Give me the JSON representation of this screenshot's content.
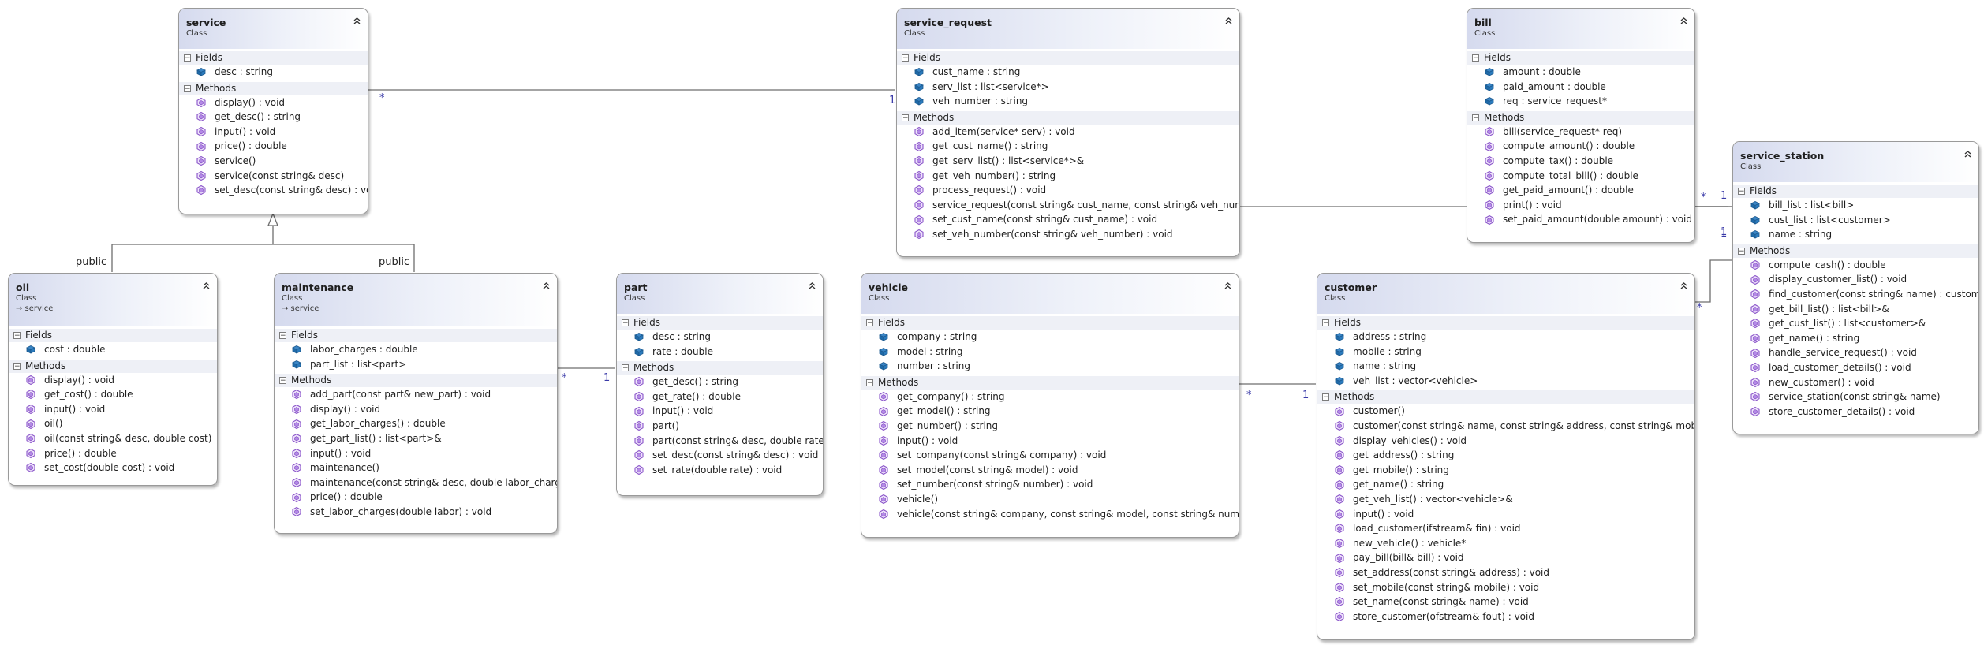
{
  "labels": {
    "fields": "Fields",
    "methods": "Methods"
  },
  "connectors": {
    "inheritance_left": "public",
    "inheritance_right": "public",
    "service_service_request": {
      "service_end": "*",
      "request_end": "1"
    },
    "service_request_service_station": {
      "station_end": "1"
    },
    "bill_service_station": {
      "bill_end": "*",
      "station_end": "1"
    },
    "maintenance_part": {
      "maintenance_end": "*",
      "part_end": "1"
    },
    "vehicle_customer": {
      "vehicle_end": "*",
      "customer_end": "1"
    },
    "customer_service_station": {
      "customer_end": "*",
      "station_end": "1"
    }
  },
  "classes": {
    "service": {
      "name": "service",
      "kind": "Class",
      "fields": [
        "desc : string"
      ],
      "methods": [
        "display() : void",
        "get_desc() : string",
        "input() : void",
        "price() : double",
        "service()",
        "service(const string& desc)",
        "set_desc(const string& desc) : void"
      ]
    },
    "service_request": {
      "name": "service_request",
      "kind": "Class",
      "fields": [
        "cust_name : string",
        "serv_list : list<service*>",
        "veh_number : string"
      ],
      "methods": [
        "add_item(service* serv) : void",
        "get_cust_name() : string",
        "get_serv_list() : list<service*>&",
        "get_veh_number() : string",
        "process_request() : void",
        "service_request(const string& cust_name, const string& veh_number)",
        "set_cust_name(const string& cust_name) : void",
        "set_veh_number(const string& veh_number) : void"
      ]
    },
    "bill": {
      "name": "bill",
      "kind": "Class",
      "fields": [
        "amount : double",
        "paid_amount : double",
        "req : service_request*"
      ],
      "methods": [
        "bill(service_request* req)",
        "compute_amount() : double",
        "compute_tax() : double",
        "compute_total_bill() : double",
        "get_paid_amount() : double",
        "print() : void",
        "set_paid_amount(double amount) : void"
      ]
    },
    "service_station": {
      "name": "service_station",
      "kind": "Class",
      "fields": [
        "bill_list : list<bill>",
        "cust_list : list<customer>",
        "name : string"
      ],
      "methods": [
        "compute_cash() : double",
        "display_customer_list() : void",
        "find_customer(const string& name) : customer*",
        "get_bill_list() : list<bill>&",
        "get_cust_list() : list<customer>&",
        "get_name() : string",
        "handle_service_request() : void",
        "load_customer_details() : void",
        "new_customer() : void",
        "service_station(const string& name)",
        "store_customer_details() : void"
      ]
    },
    "oil": {
      "name": "oil",
      "kind": "Class",
      "base": "→ service",
      "fields": [
        "cost : double"
      ],
      "methods": [
        "display() : void",
        "get_cost() : double",
        "input() : void",
        "oil()",
        "oil(const string& desc, double cost)",
        "price() : double",
        "set_cost(double cost) : void"
      ]
    },
    "maintenance": {
      "name": "maintenance",
      "kind": "Class",
      "base": "→ service",
      "fields": [
        "labor_charges : double",
        "part_list : list<part>"
      ],
      "methods": [
        "add_part(const part& new_part) : void",
        "display() : void",
        "get_labor_charges() : double",
        "get_part_list() : list<part>&",
        "input() : void",
        "maintenance()",
        "maintenance(const string& desc, double labor_charges)",
        "price() : double",
        "set_labor_charges(double labor) : void"
      ]
    },
    "part": {
      "name": "part",
      "kind": "Class",
      "fields": [
        "desc : string",
        "rate : double"
      ],
      "methods": [
        "get_desc() : string",
        "get_rate() : double",
        "input() : void",
        "part()",
        "part(const string& desc, double rate)",
        "set_desc(const string& desc) : void",
        "set_rate(double rate) : void"
      ]
    },
    "vehicle": {
      "name": "vehicle",
      "kind": "Class",
      "fields": [
        "company : string",
        "model : string",
        "number : string"
      ],
      "methods": [
        "get_company() : string",
        "get_model() : string",
        "get_number() : string",
        "input() : void",
        "set_company(const string& company) : void",
        "set_model(const string& model) : void",
        "set_number(const string& number) : void",
        "vehicle()",
        "vehicle(const string& company, const string& model, const string& number)"
      ]
    },
    "customer": {
      "name": "customer",
      "kind": "Class",
      "fields": [
        "address : string",
        "mobile : string",
        "name : string",
        "veh_list : vector<vehicle>"
      ],
      "methods": [
        "customer()",
        "customer(const string& name, const string& address, const string& mobile)",
        "display_vehicles() : void",
        "get_address() : string",
        "get_mobile() : string",
        "get_name() : string",
        "get_veh_list() : vector<vehicle>&",
        "input() : void",
        "load_customer(ifstream& fin) : void",
        "new_vehicle() : vehicle*",
        "pay_bill(bill& bill) : void",
        "set_address(const string& address) : void",
        "set_mobile(const string& mobile) : void",
        "set_name(const string& name) : void",
        "store_customer(ofstream& fout) : void"
      ]
    }
  }
}
